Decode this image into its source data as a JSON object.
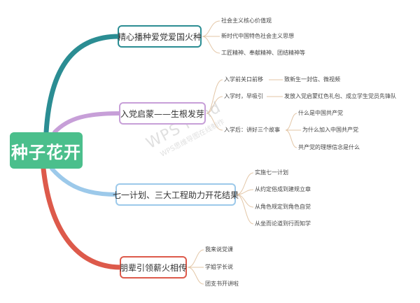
{
  "root": "种子花开",
  "watermark": {
    "brand": "WPS Mind",
    "sub": "WPS思维导图在线制作"
  },
  "colors": {
    "root_fill": "#4bbf8c",
    "branch1": "#2b8d93",
    "branch2": "#c79fd8",
    "branch3": "#9cc9ea",
    "branch4": "#dd5a4b",
    "leaf_line": "#e3c6a6"
  },
  "branches": [
    {
      "label": "精心播种爱党爱国火种",
      "items": [
        "社会主义核心价值观",
        "新时代中国特色社会主义思想",
        "工匠精神、奉献精神、团结精神等"
      ]
    },
    {
      "label": "入党启蒙——生根发芽",
      "items": [
        {
          "label": "入学前关口前移",
          "detail": "致新生一封信、微视频"
        },
        {
          "label": "入学时，早吸引",
          "detail": "发放入党启蒙红色礼包、成立学生党员先锋队"
        },
        {
          "label": "入学后：讲好三个故事",
          "subitems": [
            "什么是中国共产党",
            "为什么加入中国共产党",
            "共产党的理想信念是什么"
          ]
        }
      ]
    },
    {
      "label": "七一计划、三大工程助力开花结果",
      "items": [
        "实施七一计划",
        "从约定俗成到建规立章",
        "从角色规定到角色自觉",
        "从坐而论道到行而知学"
      ]
    },
    {
      "label": "朋辈引领薪火相传",
      "items": [
        "我来说党课",
        "学姐学长说",
        "团支书开讲啦"
      ]
    }
  ]
}
